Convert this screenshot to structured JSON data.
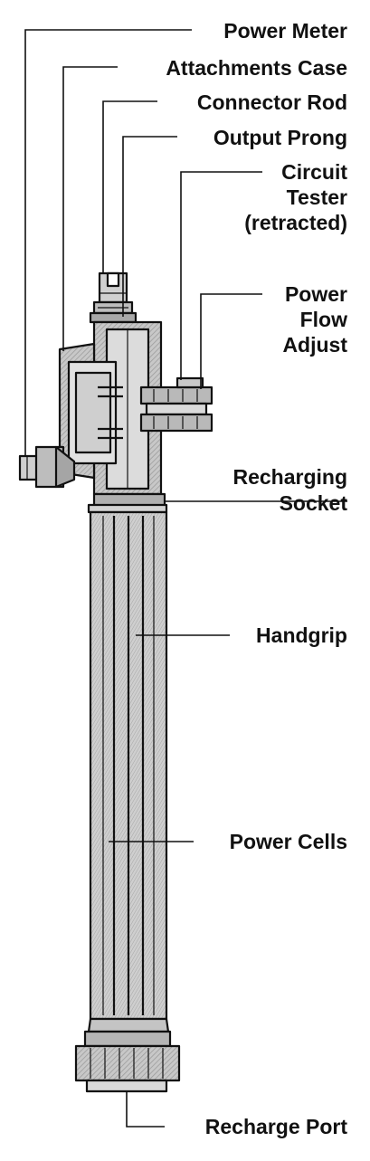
{
  "labels": {
    "power_meter": "Power Meter",
    "attachments_case": "Attachments Case",
    "connector_rod": "Connector Rod",
    "output_prong": "Output Prong",
    "circuit_tester_line1": "Circuit",
    "circuit_tester_line2": "Tester",
    "circuit_tester_line3": "(retracted)",
    "power_flow_adjust_line1": "Power",
    "power_flow_adjust_line2": "Flow",
    "power_flow_adjust_line3": "Adjust",
    "recharging_socket_line1": "Recharging",
    "recharging_socket_line2": "Socket",
    "handgrip": "Handgrip",
    "power_cells": "Power Cells",
    "recharge_port": "Recharge Port"
  },
  "colors": {
    "ink": "#111111",
    "light_shade": "#d9d9d9",
    "mid_shade": "#b4b4b4",
    "dark_shade": "#8c8c8c",
    "background": "#ffffff"
  }
}
